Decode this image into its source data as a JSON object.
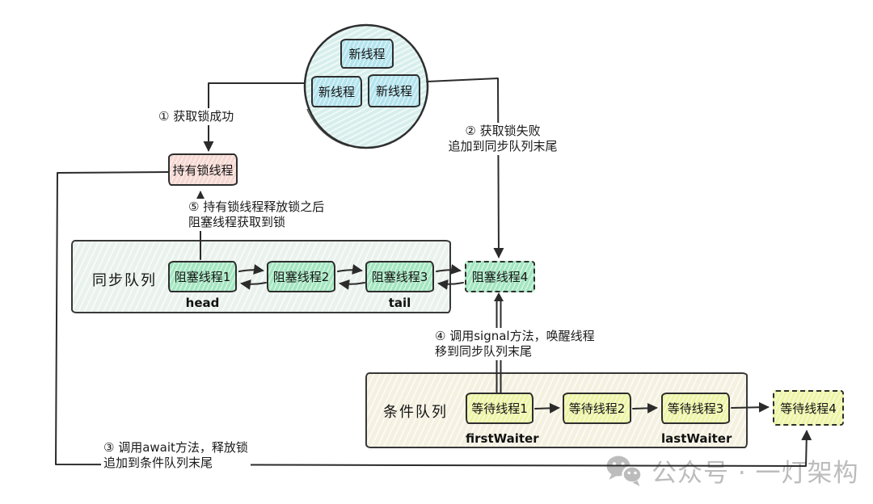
{
  "diagram": {
    "new_threads": [
      "新线程",
      "新线程",
      "新线程"
    ],
    "lock_holder": "持有锁线程",
    "steps": {
      "step1": "① 获取锁成功",
      "step2_line1": "② 获取锁失败",
      "step2_line2": "追加到同步队列末尾",
      "step3_line1": "③ 调用await方法，释放锁",
      "step3_line2": "追加到条件队列末尾",
      "step4_line1": "④ 调用signal方法，唤醒线程",
      "step4_line2": "移到同步队列末尾",
      "step5_line1": "⑤ 持有锁线程释放锁之后",
      "step5_line2": "阻塞线程获取到锁"
    },
    "sync_queue": {
      "label": "同步队列",
      "nodes": [
        "阻塞线程1",
        "阻塞线程2",
        "阻塞线程3"
      ],
      "external_node": "阻塞线程4",
      "head_label": "head",
      "tail_label": "tail"
    },
    "condition_queue": {
      "label": "条件队列",
      "nodes": [
        "等待线程1",
        "等待线程2",
        "等待线程3"
      ],
      "external_node": "等待线程4",
      "first_label": "firstWaiter",
      "last_label": "lastWaiter"
    },
    "watermark": "公众号 · 一灯架构",
    "colors": {
      "new_thread_fill": "#b3e4ee",
      "holder_fill": "#f6d8d2",
      "sync_container_fill": "#eaf2ed",
      "blocked_fill": "#a3e6c0",
      "condition_container_fill": "#f5f1e0",
      "waiting_fill": "#edf5a6",
      "circle_fill": "#d7efec",
      "line": "#2b2b2b",
      "watermark": "#bcbcbc"
    }
  }
}
